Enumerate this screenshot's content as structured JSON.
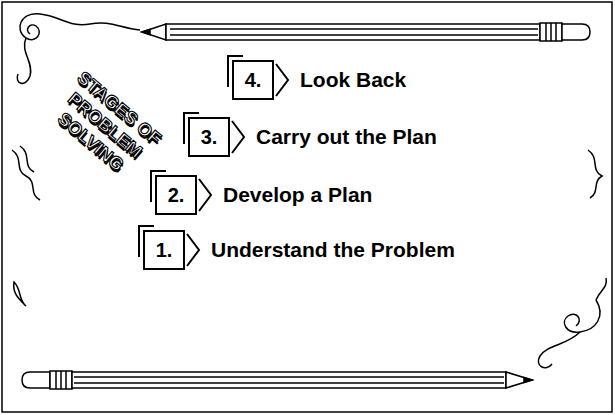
{
  "diagram": {
    "title": "STAGES OF PROBLEM SOLVING",
    "nodes": [
      {
        "text": [
          "4.",
          "Look Back"
        ]
      },
      {
        "text": [
          "3.",
          "Carry out the Plan"
        ]
      },
      {
        "text": [
          "2.",
          "Develop a Plan"
        ]
      },
      {
        "text": [
          "1.",
          "Understand the Problem"
        ]
      }
    ]
  }
}
